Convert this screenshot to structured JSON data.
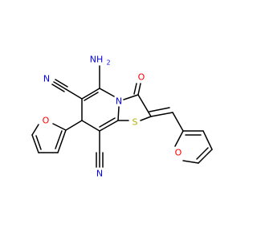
{
  "atoms": {
    "amino": "NH",
    "amino_sub": "2",
    "ring_n": "N",
    "ring_s": "S",
    "carbonyl_o": "O",
    "nitrile_n_left": "N",
    "nitrile_n_bottom": "N",
    "furan_o_left": "O",
    "furan_o_right": "O"
  },
  "colors": {
    "bond": "#000000",
    "nitrogen": "#0000ff",
    "oxygen": "#ff0000",
    "sulfur": "#b2b200"
  }
}
